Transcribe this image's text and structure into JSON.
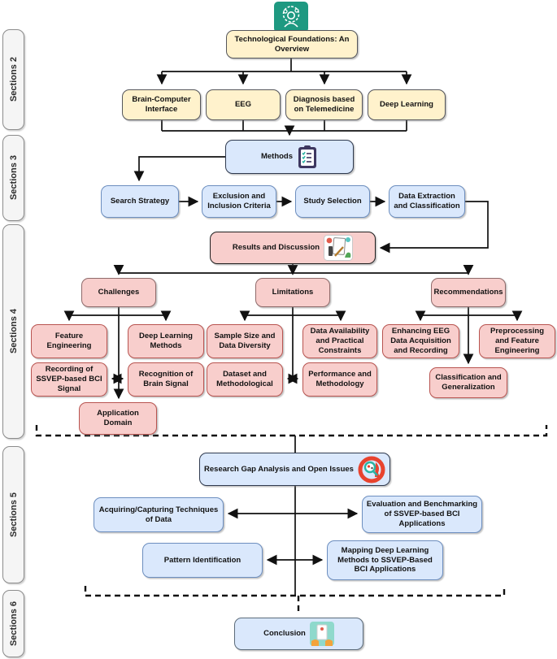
{
  "sections": [
    {
      "label": "Sections 2"
    },
    {
      "label": "Sections 3"
    },
    {
      "label": "Sections 4"
    },
    {
      "label": "Sections 5"
    },
    {
      "label": "Sections 6"
    }
  ],
  "nodes": {
    "tech_overview": "Technological Foundations: An Overview",
    "bci": "Brain-Computer Interface",
    "eeg": "EEG",
    "telemedicine": "Diagnosis based on Telemedicine",
    "deep_learning": "Deep Learning",
    "methods": "Methods",
    "search_strategy": "Search Strategy",
    "exclusion": "Exclusion and Inclusion Criteria",
    "study_selection": "Study Selection",
    "data_extraction": "Data Extraction and Classification",
    "results": "Results and Discussion",
    "challenges": "Challenges",
    "limitations": "Limitations",
    "recommendations": "Recommendations",
    "feature_eng": "Feature Engineering",
    "dl_methods": "Deep Learning Methods",
    "sample_size": "Sample Size and Data Diversity",
    "data_availability": "Data Availability and Practical Constraints",
    "enhancing_eeg": "Enhancing EEG Data Acquisition and Recording",
    "preprocessing": "Preprocessing and Feature Engineering",
    "recording_ssvep": "Recording of SSVEP-based BCI Signal",
    "recognition": "Recognition of Brain Signal",
    "dataset_method": "Dataset and Methodological",
    "performance": "Performance and Methodology",
    "classification_gen": "Classification and Generalization",
    "app_domain": "Application Domain",
    "research_gap": "Research Gap Analysis and Open Issues",
    "acquiring": "Acquiring/Capturing Techniques of Data",
    "evaluation": "Evaluation and Benchmarking of SSVEP-based BCI Applications",
    "pattern_id": "Pattern Identification",
    "mapping": "Mapping Deep Learning Methods to SSVEP-Based BCI Applications",
    "conclusion": "Conclusion"
  },
  "icons": {
    "top": "brain-technology-icon",
    "methods": "checklist-clipboard-icon",
    "results": "report-analysis-icon",
    "research_gap": "head-magnifier-icon",
    "conclusion": "hands-document-icon"
  },
  "colors": {
    "yellow_fill": "#FFF2CC",
    "yellow_border": "#55565B",
    "blue_fill": "#DAE8FC",
    "blue_border": "#6C8EBF",
    "pink_fill": "#F8CECC",
    "pink_border": "#B85450",
    "section_fill": "#F5F5F5",
    "line": "#111111",
    "top_icon_green": "#1E9981",
    "research_icon_red": "#E8432E",
    "research_icon_teal": "#2BB3A3",
    "conclusion_icon_mint": "#8FD9CC"
  }
}
